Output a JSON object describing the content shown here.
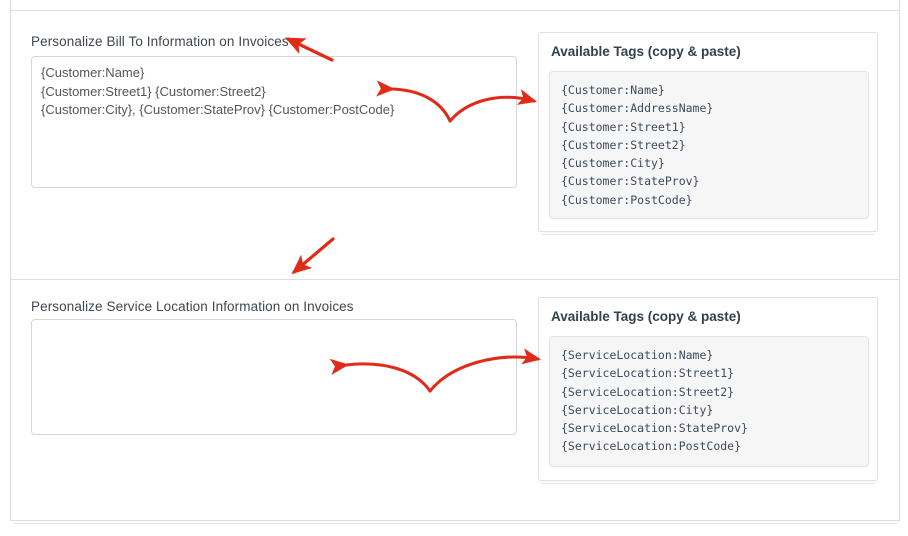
{
  "sections": [
    {
      "label": "Personalize Bill To Information on Invoices",
      "textarea_value": "{Customer:Name}\n{Customer:Street1} {Customer:Street2}\n{Customer:City}, {Customer:StateProv} {Customer:PostCode}",
      "textarea_placeholder": "",
      "tags_card": {
        "title": "Available Tags (copy & paste)",
        "tags": [
          "{Customer:Name}",
          "{Customer:AddressName}",
          "{Customer:Street1}",
          "{Customer:Street2}",
          "{Customer:City}",
          "{Customer:StateProv}",
          "{Customer:PostCode}"
        ]
      }
    },
    {
      "label": "Personalize Service Location Information on Invoices",
      "textarea_value": "",
      "textarea_placeholder": "",
      "tags_card": {
        "title": "Available Tags (copy & paste)",
        "tags": [
          "{ServiceLocation:Name}",
          "{ServiceLocation:Street1}",
          "{ServiceLocation:Street2}",
          "{ServiceLocation:City}",
          "{ServiceLocation:StateProv}",
          "{ServiceLocation:PostCode}"
        ]
      }
    }
  ],
  "colors": {
    "annotation_red": "#e02b18",
    "panel_border": "#dddddd",
    "tag_text": "#3d4a5c",
    "heading": "#34404d"
  },
  "annotations": [
    {
      "name": "arrow-to-bill-to-label",
      "kind": "straight-arrow"
    },
    {
      "name": "arrow-bill-to-tags-to-textarea",
      "kind": "double-curved-arrow"
    },
    {
      "name": "arrow-down-to-service-location",
      "kind": "straight-arrow"
    },
    {
      "name": "arrow-service-location-tags-to-textarea",
      "kind": "double-curved-arrow"
    }
  ]
}
